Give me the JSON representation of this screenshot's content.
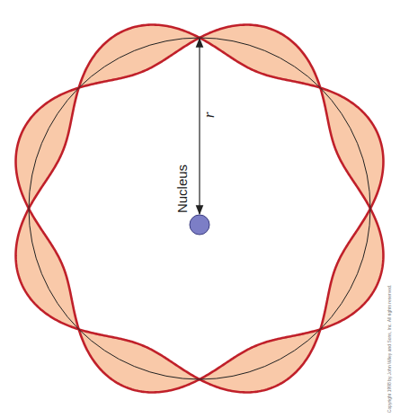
{
  "diagram": {
    "nodes": [
      {
        "text": [
          "Nucleus"
        ]
      }
    ],
    "labels": [
      "r",
      "Copyright 1998 by John Wiley and Sons, Inc. All rights reserved."
    ]
  }
}
